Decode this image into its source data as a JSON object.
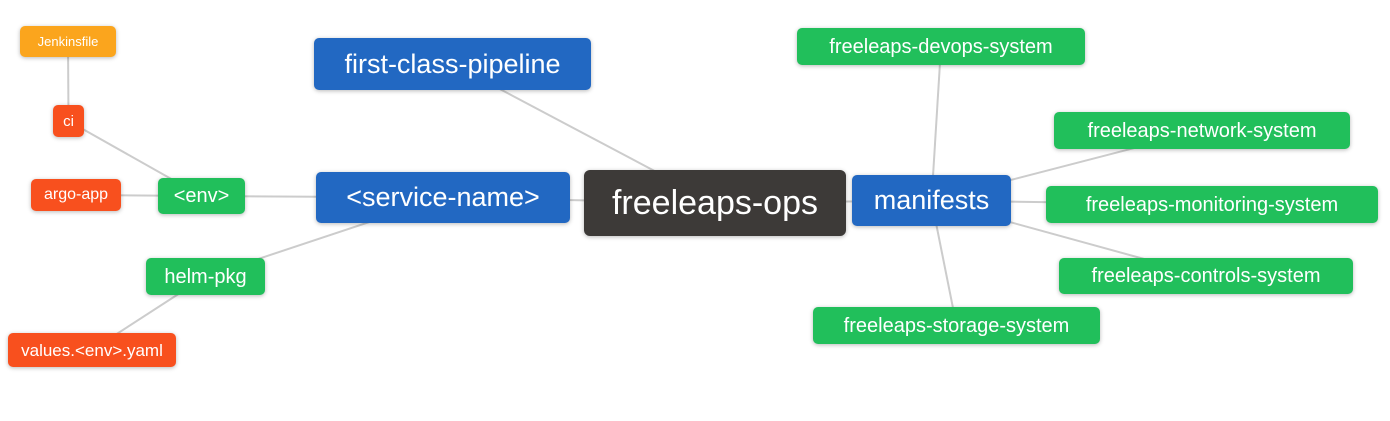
{
  "palette": {
    "blue": "#2268C2",
    "green": "#21BF5B",
    "red": "#F8501E",
    "orange": "#FBA51D",
    "dark": "#3D3A38",
    "edge": "#CCCCCC",
    "node_text": "#FFFFFF",
    "background": "#FFFFFF"
  },
  "diagram": {
    "nodes": [
      {
        "id": "jenkinsfile",
        "label": "Jenkinsfile",
        "color": "orange"
      },
      {
        "id": "ci",
        "label": "ci",
        "color": "red"
      },
      {
        "id": "argo-app",
        "label": "argo-app",
        "color": "red"
      },
      {
        "id": "env",
        "label": "<env>",
        "color": "green"
      },
      {
        "id": "helm-pkg",
        "label": "helm-pkg",
        "color": "green"
      },
      {
        "id": "values-yaml",
        "label": "values.<env>.yaml",
        "color": "red"
      },
      {
        "id": "first-class-pipeline",
        "label": "first-class-pipeline",
        "color": "blue"
      },
      {
        "id": "service-name",
        "label": "<service-name>",
        "color": "blue"
      },
      {
        "id": "freeleaps-ops",
        "label": "freeleaps-ops",
        "color": "dark"
      },
      {
        "id": "manifests",
        "label": "manifests",
        "color": "blue"
      },
      {
        "id": "devops-system",
        "label": "freeleaps-devops-system",
        "color": "green"
      },
      {
        "id": "network-system",
        "label": "freeleaps-network-system",
        "color": "green"
      },
      {
        "id": "monitoring-system",
        "label": "freeleaps-monitoring-system",
        "color": "green"
      },
      {
        "id": "controls-system",
        "label": "freeleaps-controls-system",
        "color": "green"
      },
      {
        "id": "storage-system",
        "label": "freeleaps-storage-system",
        "color": "green"
      }
    ],
    "edges": [
      {
        "from": "jenkinsfile",
        "to": "ci"
      },
      {
        "from": "ci",
        "to": "env"
      },
      {
        "from": "argo-app",
        "to": "env"
      },
      {
        "from": "env",
        "to": "service-name"
      },
      {
        "from": "service-name",
        "to": "helm-pkg"
      },
      {
        "from": "helm-pkg",
        "to": "values-yaml"
      },
      {
        "from": "first-class-pipeline",
        "to": "freeleaps-ops"
      },
      {
        "from": "service-name",
        "to": "freeleaps-ops"
      },
      {
        "from": "freeleaps-ops",
        "to": "manifests"
      },
      {
        "from": "manifests",
        "to": "devops-system"
      },
      {
        "from": "manifests",
        "to": "network-system"
      },
      {
        "from": "manifests",
        "to": "monitoring-system"
      },
      {
        "from": "manifests",
        "to": "controls-system"
      },
      {
        "from": "manifests",
        "to": "storage-system"
      }
    ]
  }
}
